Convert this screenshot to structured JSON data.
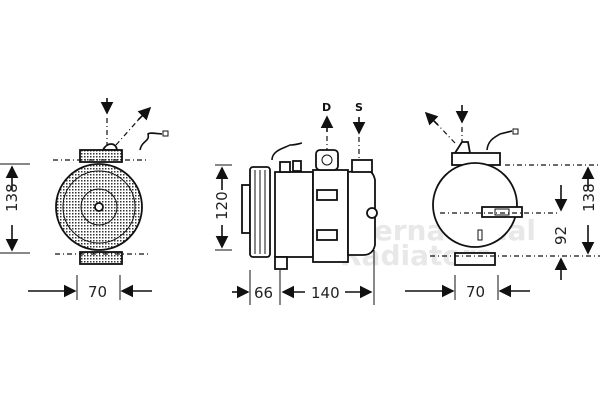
{
  "watermark": {
    "line1": "International",
    "line2": "Radiators"
  },
  "views": {
    "left": {
      "height_dim": "138",
      "width_dim": "70"
    },
    "middle": {
      "height_dim": "120",
      "pulley_dim": "66",
      "length_dim": "140",
      "port_discharge": "D",
      "port_suction": "S"
    },
    "right": {
      "height_dim": "138",
      "offset_dim": "92",
      "width_dim": "70"
    }
  },
  "colors": {
    "line": "#111111",
    "watermark": "#e8e8e8"
  }
}
